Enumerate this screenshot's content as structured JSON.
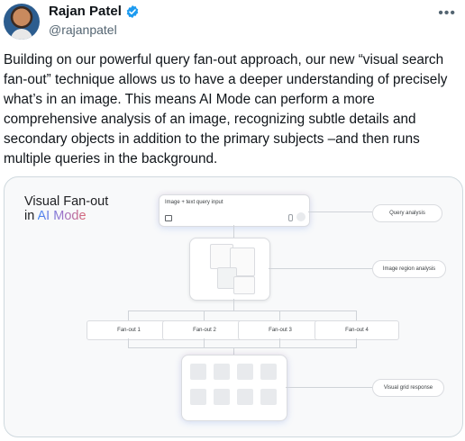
{
  "author": {
    "display_name": "Rajan Patel",
    "handle": "@rajanpatel",
    "verified_icon": "verified-badge-icon",
    "verified_color": "#1d9bf0"
  },
  "more_icon": "ellipsis-icon",
  "tweet": {
    "text": "Building on our powerful query fan-out approach, our new “visual search fan-out” technique allows us to have a deeper understanding of precisely what’s in an image. This means AI Mode can perform a more comprehensive analysis of an image, recognizing subtle details and secondary objects in addition to the primary subjects –and then runs multiple queries in the background."
  },
  "diagram": {
    "title_line1": "Visual Fan-out",
    "title_line2_prefix": "in ",
    "title_line2_highlight": "AI Mode",
    "input_label": "Image + text query input",
    "query_analysis": "Query analysis",
    "image_region_analysis": "Image region analysis",
    "fanouts": [
      "Fan-out 1",
      "Fan-out 2",
      "Fan-out 3",
      "Fan-out 4"
    ],
    "visual_grid_response": "Visual grid response"
  }
}
